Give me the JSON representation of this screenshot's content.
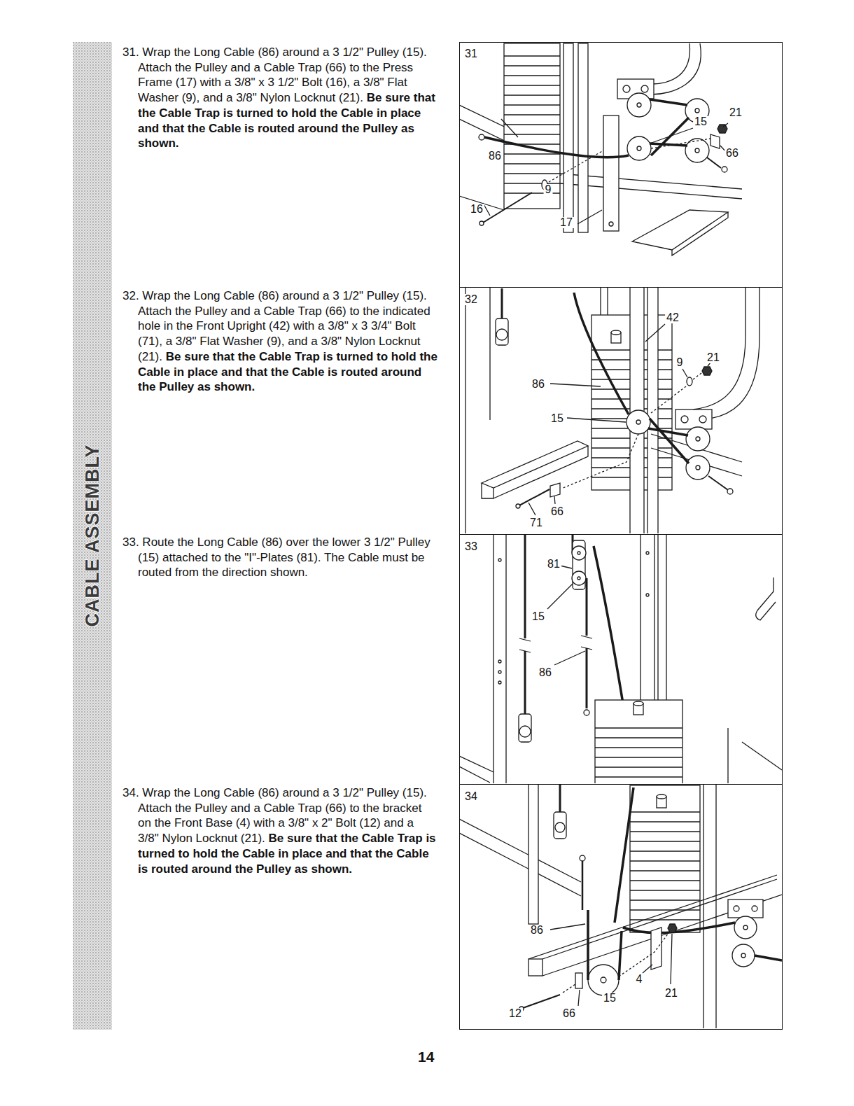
{
  "diagram": {
    "nodes": [
      {
        "text": [
          "31",
          "15",
          "21",
          "86",
          "66",
          "9",
          "16",
          "17"
        ]
      },
      {
        "text": [
          "32",
          "42",
          "9",
          "21",
          "86",
          "15",
          "66",
          "71"
        ]
      },
      {
        "text": [
          "33",
          "81",
          "15",
          "86"
        ]
      },
      {
        "text": [
          "34",
          "86",
          "4",
          "15",
          "21",
          "12",
          "66"
        ]
      }
    ],
    "labels": [
      "31. Wrap the Long Cable (86) around a 3 1/2\" Pulley (15). Attach the Pulley and a Cable Trap (66) to the Press Frame (17) with a 3/8\" x 3 1/2\" Bolt (16), a 3/8\" Flat Washer (9), and a 3/8\" Nylon Locknut (21).",
      "Be sure that the Cable Trap is turned to hold the Cable in place and that the Cable is routed around the Pulley as shown.",
      "32. Wrap the Long Cable (86) around a 3 1/2\" Pulley (15). Attach the Pulley and a Cable Trap (66) to the indicated hole in the Front Upright (42) with a 3/8\" x 3 3/4\" Bolt (71), a 3/8\" Flat Washer (9), and a 3/8\" Nylon Locknut (21).",
      "Be sure that the Cable Trap is turned to hold the Cable in place and that the Cable is routed around the Pulley as shown.",
      "33. Route the Long Cable (86) over the lower 3 1/2\" Pulley (15) attached to the \"I\"-Plates (81). The Cable must be routed from the direction shown.",
      "34. Wrap the Long Cable (86) around a 3 1/2\" Pulley (15). Attach the Pulley and a Cable Trap (66) to the bracket on the Front Base (4) with a 3/8\" x 2\" Bolt (12) and a 3/8\" Nylon Locknut (21).",
      "Be sure that the Cable Trap is turned to hold the Cable in place and that the Cable is routed around the Pulley as shown.",
      "CABLE ASSEMBLY",
      "14"
    ]
  }
}
